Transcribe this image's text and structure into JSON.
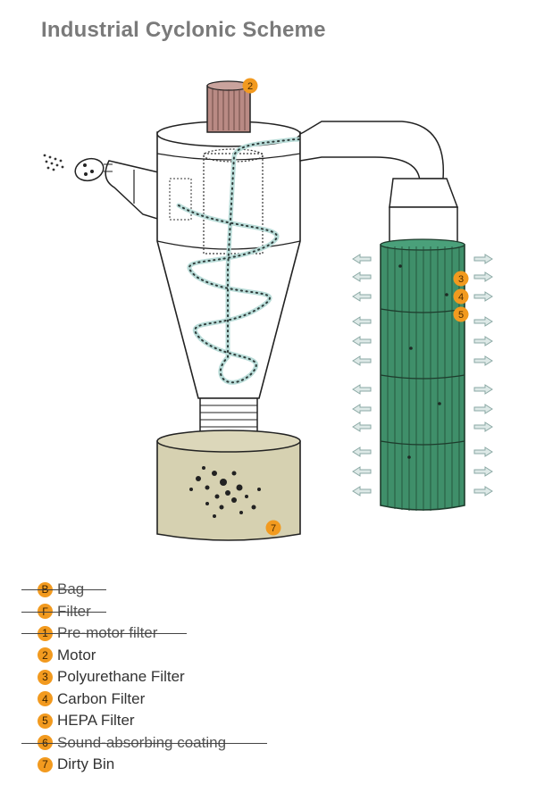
{
  "header": {
    "title": "Industrial Cyclonic Scheme"
  },
  "diagram_badges": {
    "motor": "2",
    "polyurethane": "3",
    "carbon": "4",
    "hepa": "5",
    "dirty_bin": "7"
  },
  "legend": {
    "items": [
      {
        "num": "B",
        "label": "Bag",
        "struck": true
      },
      {
        "num": "Г",
        "label": "Filter",
        "struck": true
      },
      {
        "num": "1",
        "label": "Pre-motor filter",
        "struck": true
      },
      {
        "num": "2",
        "label": "Motor",
        "struck": false
      },
      {
        "num": "3",
        "label": "Polyurethane Filter",
        "struck": false
      },
      {
        "num": "4",
        "label": "Carbon Filter",
        "struck": false
      },
      {
        "num": "5",
        "label": "HEPA Filter",
        "struck": false
      },
      {
        "num": "6",
        "label": "Sound-absorbing coating",
        "struck": true
      },
      {
        "num": "7",
        "label": "Dirty Bin",
        "struck": false
      }
    ]
  },
  "colors": {
    "badge": "#f29a1f",
    "motor": "#b98a84",
    "filter": "#3f8f6a",
    "bin": "#d6d1b1",
    "airflow": "#b9dcd8"
  }
}
